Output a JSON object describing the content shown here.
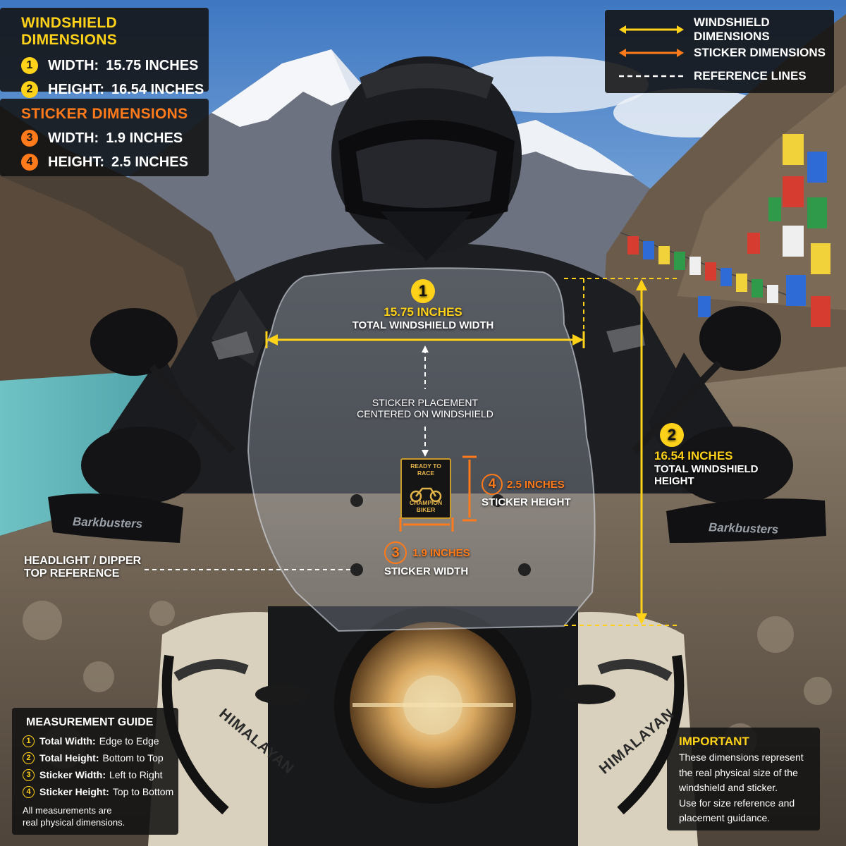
{
  "windshield_panel": {
    "title": "WINDSHIELD DIMENSIONS",
    "items": [
      {
        "num": "1",
        "label": "WIDTH:",
        "value": "15.75 INCHES"
      },
      {
        "num": "2",
        "label": "HEIGHT:",
        "value": "16.54 INCHES"
      }
    ]
  },
  "sticker_panel": {
    "title": "STICKER DIMENSIONS",
    "items": [
      {
        "num": "3",
        "label": "WIDTH:",
        "value": "1.9 INCHES"
      },
      {
        "num": "4",
        "label": "HEIGHT:",
        "value": "2.5 INCHES"
      }
    ]
  },
  "legend": {
    "items": [
      {
        "label": "WINDSHIELD DIMENSIONS",
        "color": "#ffd21a"
      },
      {
        "label": "STICKER DIMENSIONS",
        "color": "#ff7a1a"
      },
      {
        "label": "REFERENCE LINES",
        "color": "#ffffff"
      }
    ]
  },
  "annotations": {
    "width": {
      "num": "1",
      "value": "15.75 INCHES",
      "desc": "TOTAL WINDSHIELD WIDTH"
    },
    "height": {
      "num": "2",
      "value": "16.54 INCHES",
      "desc_line1": "TOTAL WINDSHIELD",
      "desc_line2": "HEIGHT"
    },
    "placement": {
      "line1": "STICKER PLACEMENT",
      "line2": "CENTERED ON WINDSHIELD"
    },
    "sticker_height": {
      "num": "4",
      "value": "2.5 INCHES",
      "desc": "STICKER HEIGHT"
    },
    "sticker_width": {
      "num": "3",
      "value": "1.9 INCHES",
      "desc": "STICKER WIDTH"
    },
    "headlight": {
      "line1": "HEADLIGHT / DIPPER",
      "line2": "TOP REFERENCE"
    }
  },
  "sticker_art": {
    "top": "READY TO RACE",
    "bottom": "CHAMPION BIKER"
  },
  "scene_text": {
    "handguard": "Barkbusters",
    "tank": "HIMALAYAN"
  },
  "guide": {
    "title": "MEASUREMENT GUIDE",
    "items": [
      {
        "num": "1",
        "label": "Total Width:",
        "desc": "Edge to Edge"
      },
      {
        "num": "2",
        "label": "Total Height:",
        "desc": "Bottom to Top"
      },
      {
        "num": "3",
        "label": "Sticker Width:",
        "desc": "Left to Right"
      },
      {
        "num": "4",
        "label": "Sticker Height:",
        "desc": "Top to Bottom"
      }
    ],
    "note_line1": "All measurements are",
    "note_line2": "real physical dimensions."
  },
  "important": {
    "title": "IMPORTANT",
    "lines": [
      "These dimensions represent",
      "the real physical size of the",
      "windshield and sticker.",
      "Use for size reference and",
      "placement guidance."
    ]
  },
  "colors": {
    "yellow": "#ffd21a",
    "orange": "#ff7a1a"
  }
}
